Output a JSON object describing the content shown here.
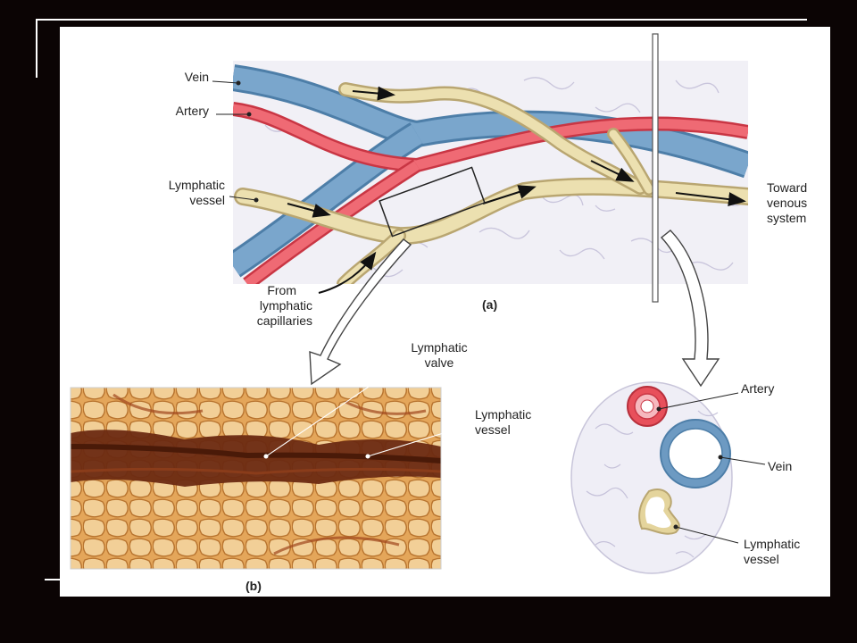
{
  "slide": {
    "background": "#0b0404",
    "panel_background": "#ffffff"
  },
  "colors": {
    "artery": "#e8505b",
    "vein": "#6d9ac2",
    "lymphatic": "#e4d49c",
    "tissue": "#efeef5"
  },
  "labels": {
    "vein": "Vein",
    "artery": "Artery",
    "lymphatic_vessel_l1": "Lymphatic",
    "lymphatic_vessel_l2": "vessel",
    "toward_l1": "Toward",
    "toward_l2": "venous",
    "toward_l3": "system",
    "from_l1": "From",
    "from_l2": "lymphatic",
    "from_l3": "capillaries",
    "panel_a": "(a)",
    "valve_l1": "Lymphatic",
    "valve_l2": "valve",
    "micro_vessel_l1": "Lymphatic",
    "micro_vessel_l2": "vessel",
    "panel_b": "(b)",
    "cs_artery": "Artery",
    "cs_vein": "Vein",
    "cs_lymph_l1": "Lymphatic",
    "cs_lymph_l2": "vessel"
  }
}
